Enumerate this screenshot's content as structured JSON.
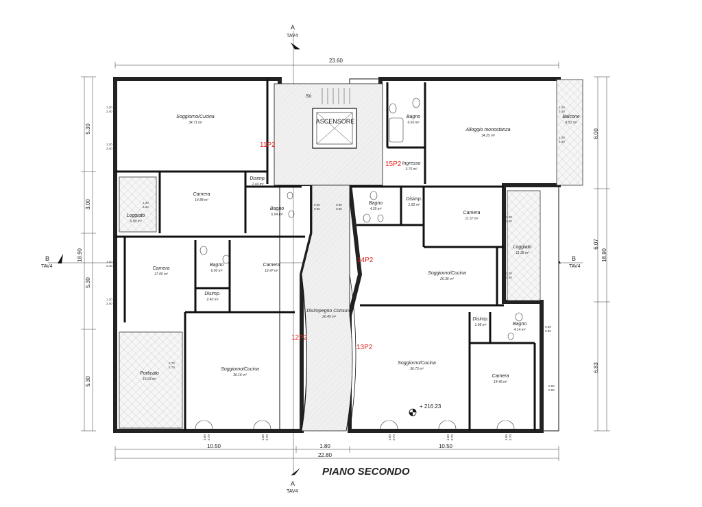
{
  "title": "PIANO SECONDO",
  "sections": {
    "top": {
      "letter": "A",
      "sheet": "TAV4"
    },
    "bottom": {
      "letter": "A",
      "sheet": "TAV4"
    },
    "left": {
      "letter": "B",
      "sheet": "TAV4"
    },
    "right": {
      "letter": "B",
      "sheet": "TAV4"
    }
  },
  "dimensions": {
    "top_total": "23.60",
    "bottom_left": "10.50",
    "bottom_middle": "1.80",
    "bottom_right": "10.50",
    "bottom_total": "22.80",
    "left_1": "5.30",
    "left_2": "3.00",
    "left_3": "5.30",
    "left_4": "5.30",
    "left_total": "18.90",
    "right_1": "6.00",
    "right_2": "6.07",
    "right_3": "6.83",
    "right_total": "18.90"
  },
  "rooms": [
    {
      "id": "soggiorno-1",
      "name": "Soggiorno/Cucina",
      "area": "34.71 m²"
    },
    {
      "id": "camera-1",
      "name": "Camera",
      "area": "14.88 m²"
    },
    {
      "id": "disimp-1",
      "name": "Disimp.",
      "area": "1.44 m²"
    },
    {
      "id": "bagno-1",
      "name": "Bagno",
      "area": "6.94 m²"
    },
    {
      "id": "loggiato-1",
      "name": "Loggiato",
      "area": "6.00 m²"
    },
    {
      "id": "ascensore",
      "name": "ASCENSORE",
      "area": ""
    },
    {
      "id": "su",
      "name": "Sù",
      "area": ""
    },
    {
      "id": "bagno-2",
      "name": "Bagno",
      "area": "6.60 m²"
    },
    {
      "id": "alloggio",
      "name": "Alloggio monostanza",
      "area": "34.25 m²"
    },
    {
      "id": "balcone",
      "name": "Balcone",
      "area": "8.51 m²"
    },
    {
      "id": "ingresso",
      "name": "Ingresso",
      "area": "3.76 m²"
    },
    {
      "id": "bagno-3",
      "name": "Bagno",
      "area": "4.39 m²"
    },
    {
      "id": "disimp-2",
      "name": "Disimp.",
      "area": "1.92 m²"
    },
    {
      "id": "camera-2",
      "name": "Camera",
      "area": "11.57 m²"
    },
    {
      "id": "loggiato-2",
      "name": "Loggiato",
      "area": "11.35 m²"
    },
    {
      "id": "soggiorno-2",
      "name": "Soggiorno/Cucina",
      "area": "26.36 m²"
    },
    {
      "id": "camera-3",
      "name": "Camera",
      "area": "17.00 m²"
    },
    {
      "id": "bagno-4",
      "name": "Bagno",
      "area": "6.00 m²"
    },
    {
      "id": "camera-4",
      "name": "Camera",
      "area": "12.47 m²"
    },
    {
      "id": "disimp-3",
      "name": "Disimp.",
      "area": "2.40 m²"
    },
    {
      "id": "disimpegno-comune",
      "name": "Disimpegno Comune",
      "area": "26.49 m²"
    },
    {
      "id": "porticato",
      "name": "Porticato",
      "area": "16.63 m²"
    },
    {
      "id": "soggiorno-3",
      "name": "Soggiorno/Cucina",
      "area": "36.16 m²"
    },
    {
      "id": "soggiorno-4",
      "name": "Soggiorno/Cucina",
      "area": "36.73 m²"
    },
    {
      "id": "disimp-4",
      "name": "Disimp.",
      "area": "1.98 m²"
    },
    {
      "id": "bagno-5",
      "name": "Bagno",
      "area": "4.14 m²"
    },
    {
      "id": "camera-5",
      "name": "Camera",
      "area": "14.46 m²"
    }
  ],
  "units": [
    "11P2",
    "15P2",
    "14P2",
    "12P2",
    "13P2"
  ],
  "elevation": "+ 216.23",
  "openings": {
    "w120": "1.20",
    "h240": "2.40",
    "w060": "0.60",
    "h080": "0.80",
    "w270": "2.70",
    "w060b": "0.60",
    "h090": "0.90",
    "w160": "1.60",
    "h270": "2.70"
  },
  "colors": {
    "unit_tag": "#e0201c",
    "walls": "#111111",
    "hatch": "#9a9a9a"
  }
}
